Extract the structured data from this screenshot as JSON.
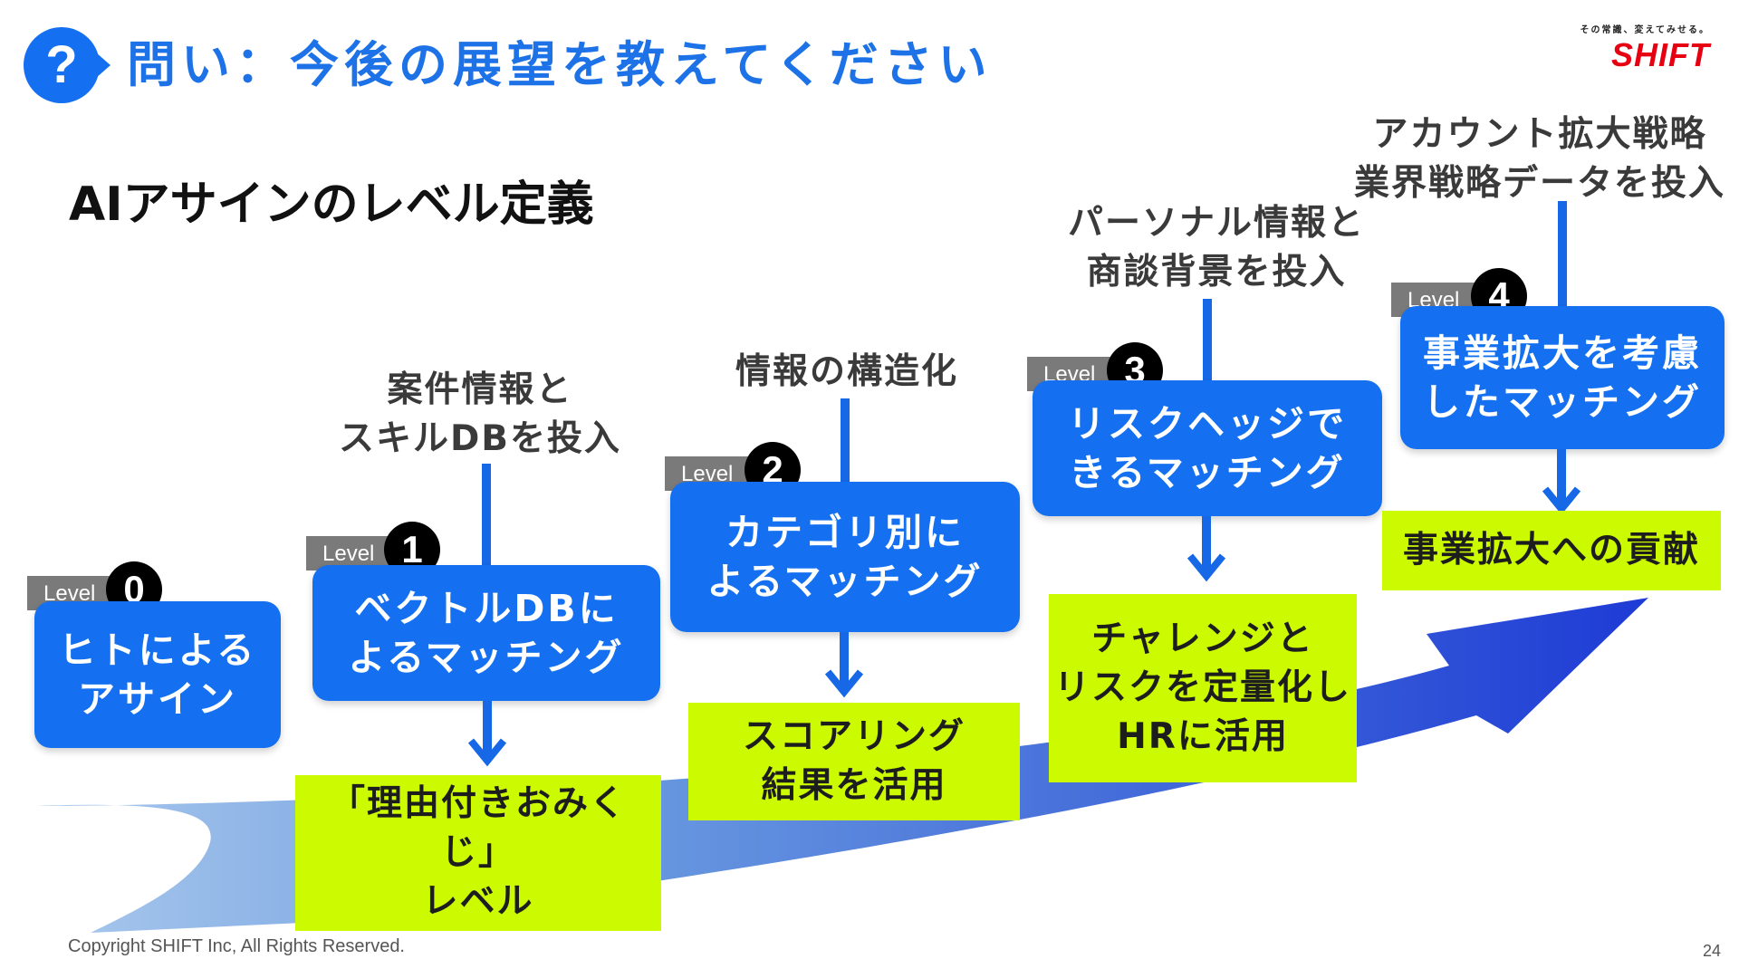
{
  "header": {
    "title": "問い：今後の展望を教えてください",
    "icon": "question-icon",
    "logo_tagline": "その常識、変えてみせる。",
    "logo_text": "SHIFT"
  },
  "section_title": "AIアサインのレベル定義",
  "level_tab_label": "Level",
  "levels": [
    {
      "number": "0",
      "title": "ヒトによる\nアサイン"
    },
    {
      "number": "1",
      "title": "ベクトルDBに\nよるマッチング",
      "input": "案件情報と\nスキルDBを投入",
      "outcome": "「理由付きおみくじ」\nレベル"
    },
    {
      "number": "2",
      "title": "カテゴリ別に\nよるマッチング",
      "input": "情報の構造化",
      "outcome": "スコアリング\n結果を活用"
    },
    {
      "number": "3",
      "title": "リスクヘッジで\nきるマッチング",
      "input": "パーソナル情報と\n商談背景を投入",
      "outcome": "チャレンジと\nリスクを定量化し\nHRに活用"
    },
    {
      "number": "4",
      "title": "事業拡大を考慮\nしたマッチング",
      "input": "アカウント拡大戦略\n業界戦略データを投入",
      "outcome": "事業拡大への貢献"
    }
  ],
  "footer": {
    "copyright": "Copyright SHIFT Inc, All Rights Reserved.",
    "page_number": "24"
  },
  "colors": {
    "accent_blue": "#1470f0",
    "title_blue": "#1c72e6",
    "lime": "#ccfa00",
    "logo_red": "#e60012"
  }
}
